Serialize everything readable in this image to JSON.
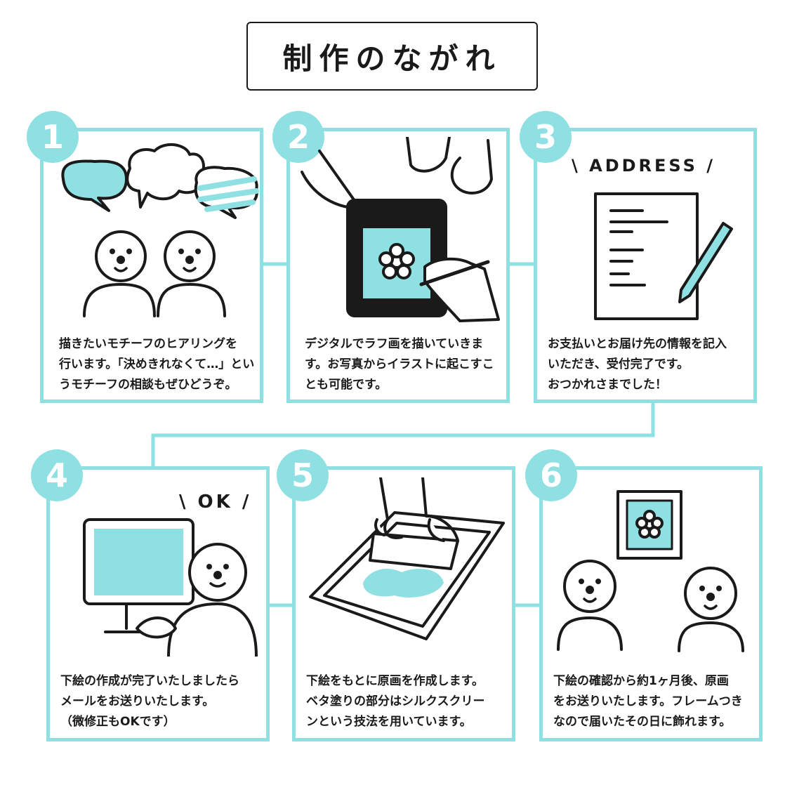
{
  "title": "制作のながれ",
  "steps": [
    {
      "number": "1",
      "lines": [
        "描きたいモチーフのヒアリングを",
        "行います。「決めきれなくて…」とい",
        "うモチーフの相談もぜひどうぞ。"
      ]
    },
    {
      "number": "2",
      "lines": [
        "デジタルでラフ画を描いていきま",
        "す。お写真からイラストに起こすこ",
        "とも可能です。"
      ]
    },
    {
      "number": "3",
      "label": "\\ ADDRESS /",
      "lines": [
        "お支払いとお届け先の情報を記入",
        "いただき、受付完了です。",
        "おつかれさまでした！"
      ]
    },
    {
      "number": "4",
      "label": "\\ OK /",
      "lines": [
        "下絵の作成が完了いたしましたら",
        "メールをお送りいたします。",
        "（微修正もOKです）"
      ]
    },
    {
      "number": "5",
      "lines": [
        "下絵をもとに原画を作成します。",
        "ベタ塗りの部分はシルクスクリー",
        "ンという技法を用いています。"
      ]
    },
    {
      "number": "6",
      "lines": [
        "下絵の確認から約1ヶ月後、原画",
        "をお送りいたします。フレームつき",
        "なので届いたその日に飾れます。"
      ]
    }
  ],
  "colors": {
    "accent": "#8fe0e3",
    "ink": "#1a1a1a"
  }
}
